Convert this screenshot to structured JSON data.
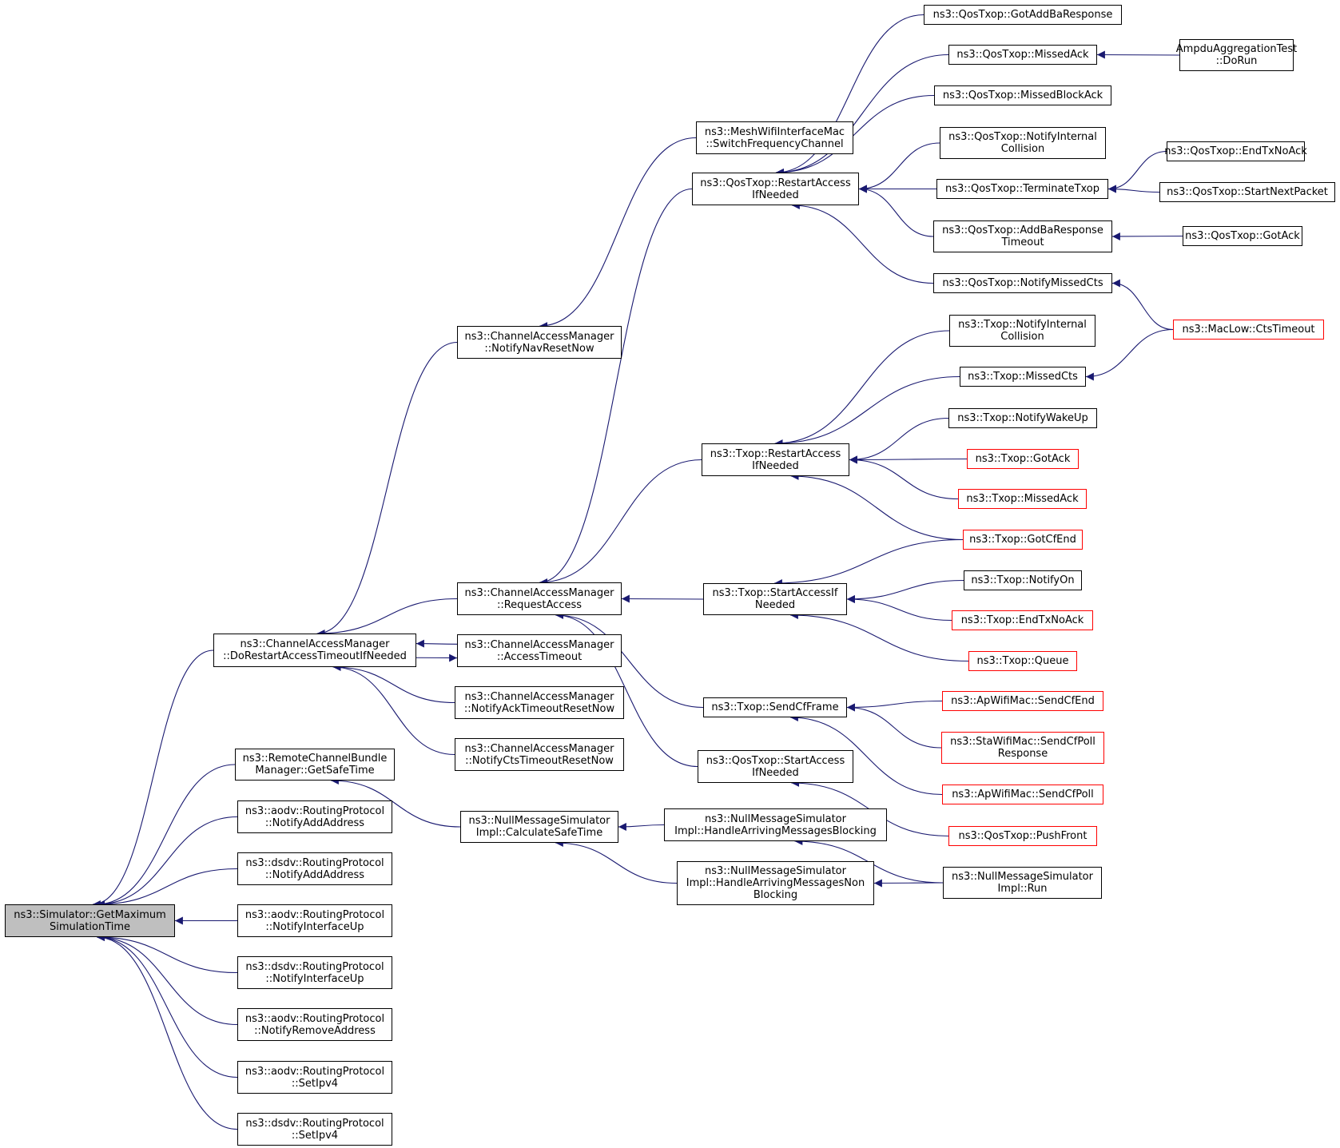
{
  "colors": {
    "edge": "#191970",
    "node_border": "#000000",
    "truncated_border": "#ff0000",
    "root_fill": "#bfbfbf"
  },
  "nodes": {
    "root": {
      "lines": [
        "ns3::Simulator::GetMaximum",
        "SimulationTime"
      ]
    },
    "cam_do": {
      "lines": [
        "ns3::ChannelAccessManager",
        "::DoRestartAccessTimeoutIfNeeded"
      ]
    },
    "rcb": {
      "lines": [
        "ns3::RemoteChannelBundle",
        "Manager::GetSafeTime"
      ]
    },
    "aodv_add": {
      "lines": [
        "ns3::aodv::RoutingProtocol",
        "::NotifyAddAddress"
      ]
    },
    "dsdv_add": {
      "lines": [
        "ns3::dsdv::RoutingProtocol",
        "::NotifyAddAddress"
      ]
    },
    "aodv_if": {
      "lines": [
        "ns3::aodv::RoutingProtocol",
        "::NotifyInterfaceUp"
      ]
    },
    "dsdv_if": {
      "lines": [
        "ns3::dsdv::RoutingProtocol",
        "::NotifyInterfaceUp"
      ]
    },
    "aodv_rem": {
      "lines": [
        "ns3::aodv::RoutingProtocol",
        "::NotifyRemoveAddress"
      ]
    },
    "aodv_ipv4": {
      "lines": [
        "ns3::aodv::RoutingProtocol",
        "::SetIpv4"
      ]
    },
    "dsdv_ipv4": {
      "lines": [
        "ns3::dsdv::RoutingProtocol",
        "::SetIpv4"
      ]
    },
    "cam_nav": {
      "lines": [
        "ns3::ChannelAccessManager",
        "::NotifyNavResetNow"
      ]
    },
    "cam_req": {
      "lines": [
        "ns3::ChannelAccessManager",
        "::RequestAccess"
      ]
    },
    "cam_at": {
      "lines": [
        "ns3::ChannelAccessManager",
        "::AccessTimeout"
      ]
    },
    "cam_ack": {
      "lines": [
        "ns3::ChannelAccessManager",
        "::NotifyAckTimeoutResetNow"
      ]
    },
    "cam_cts": {
      "lines": [
        "ns3::ChannelAccessManager",
        "::NotifyCtsTimeoutResetNow"
      ]
    },
    "nms_calc": {
      "lines": [
        "ns3::NullMessageSimulator",
        "Impl::CalculateSafeTime"
      ]
    },
    "mesh": {
      "lines": [
        "ns3::MeshWifiInterfaceMac",
        "::SwitchFrequencyChannel"
      ]
    },
    "qos_restart": {
      "lines": [
        "ns3::QosTxop::RestartAccess",
        "IfNeeded"
      ]
    },
    "txop_restart": {
      "lines": [
        "ns3::Txop::RestartAccess",
        "IfNeeded"
      ]
    },
    "txop_start": {
      "lines": [
        "ns3::Txop::StartAccessIf",
        "Needed"
      ]
    },
    "txop_sendcf": {
      "lines": [
        "ns3::Txop::SendCfFrame"
      ]
    },
    "qos_start": {
      "lines": [
        "ns3::QosTxop::StartAccess",
        "IfNeeded"
      ]
    },
    "nms_hamb": {
      "lines": [
        "ns3::NullMessageSimulator",
        "Impl::HandleArrivingMessagesBlocking"
      ]
    },
    "nms_hamnb": {
      "lines": [
        "ns3::NullMessageSimulator",
        "Impl::HandleArrivingMessagesNon",
        "Blocking"
      ]
    },
    "qos_gotaddba": {
      "lines": [
        "ns3::QosTxop::GotAddBaResponse"
      ]
    },
    "qos_missedack": {
      "lines": [
        "ns3::QosTxop::MissedAck"
      ]
    },
    "qos_missedba": {
      "lines": [
        "ns3::QosTxop::MissedBlockAck"
      ]
    },
    "qos_notifyint": {
      "lines": [
        "ns3::QosTxop::NotifyInternal",
        "Collision"
      ]
    },
    "qos_term": {
      "lines": [
        "ns3::QosTxop::TerminateTxop"
      ]
    },
    "qos_addbato": {
      "lines": [
        "ns3::QosTxop::AddBaResponse",
        "Timeout"
      ]
    },
    "qos_misscts": {
      "lines": [
        "ns3::QosTxop::NotifyMissedCts"
      ]
    },
    "txop_notifyint": {
      "lines": [
        "ns3::Txop::NotifyInternal",
        "Collision"
      ]
    },
    "txop_misscts": {
      "lines": [
        "ns3::Txop::MissedCts"
      ]
    },
    "txop_wake": {
      "lines": [
        "ns3::Txop::NotifyWakeUp"
      ]
    },
    "txop_gotack": {
      "lines": [
        "ns3::Txop::GotAck"
      ]
    },
    "txop_missack": {
      "lines": [
        "ns3::Txop::MissedAck"
      ]
    },
    "txop_gotcfend": {
      "lines": [
        "ns3::Txop::GotCfEnd"
      ]
    },
    "txop_on": {
      "lines": [
        "ns3::Txop::NotifyOn"
      ]
    },
    "txop_endtx": {
      "lines": [
        "ns3::Txop::EndTxNoAck"
      ]
    },
    "txop_queue": {
      "lines": [
        "ns3::Txop::Queue"
      ]
    },
    "ap_cfend": {
      "lines": [
        "ns3::ApWifiMac::SendCfEnd"
      ]
    },
    "sta_cfpoll": {
      "lines": [
        "ns3::StaWifiMac::SendCfPoll",
        "Response"
      ]
    },
    "ap_cfpoll": {
      "lines": [
        "ns3::ApWifiMac::SendCfPoll"
      ]
    },
    "qos_push": {
      "lines": [
        "ns3::QosTxop::PushFront"
      ]
    },
    "nms_run": {
      "lines": [
        "ns3::NullMessageSimulator",
        "Impl::Run"
      ]
    },
    "ampdu": {
      "lines": [
        "AmpduAggregationTest",
        "::DoRun"
      ]
    },
    "qos_endtx": {
      "lines": [
        "ns3::QosTxop::EndTxNoAck"
      ]
    },
    "qos_startnext": {
      "lines": [
        "ns3::QosTxop::StartNextPacket"
      ]
    },
    "qos_gotack": {
      "lines": [
        "ns3::QosTxop::GotAck"
      ]
    },
    "maclow_cts": {
      "lines": [
        "ns3::MacLow::CtsTimeout"
      ]
    }
  }
}
